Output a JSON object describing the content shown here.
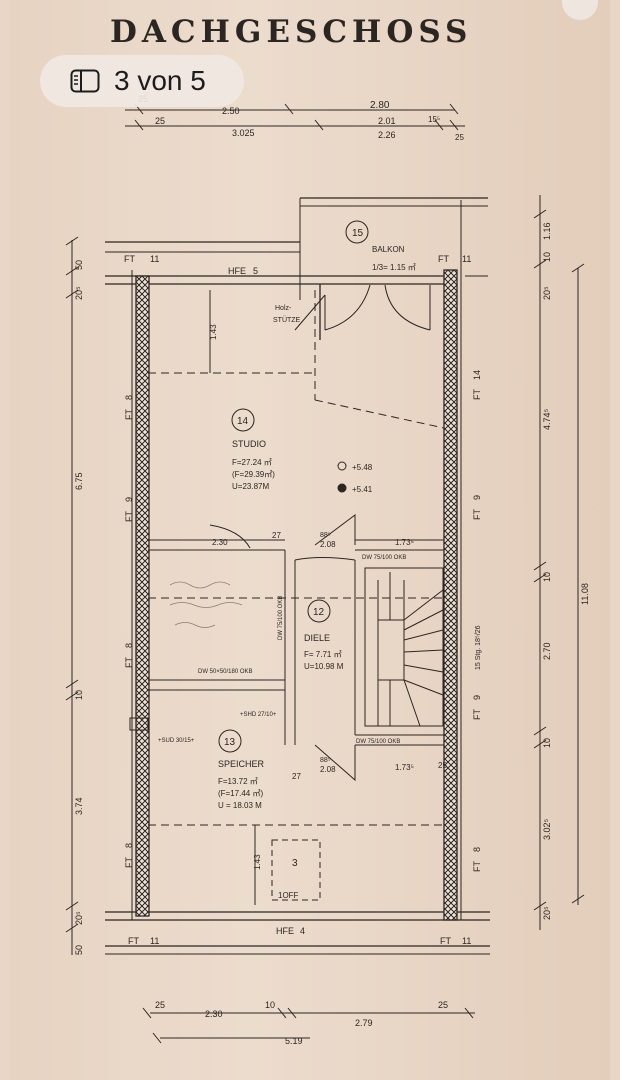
{
  "plan": {
    "title": "DACHGESCHOSS",
    "counter": "3 von 5",
    "dims_top": {
      "a": "25",
      "b": "2.50",
      "c": "2.80",
      "d": "25",
      "e": "3.025",
      "f": "2.01",
      "g": "2.26",
      "h": "15⁵",
      "i": "25"
    },
    "dims_bottom": {
      "a": "25",
      "b": "2.30",
      "c": "10",
      "d": "2.79",
      "e": "25",
      "f": "5.19"
    },
    "dims_left": {
      "a": "50",
      "b": "20⁵",
      "c": "6.75",
      "d": "10",
      "e": "3.74",
      "f": "20⁵",
      "g": "50"
    },
    "dims_right": {
      "a": "1.16",
      "b": "10",
      "c": "20⁵",
      "d": "4.74⁵",
      "e": "10",
      "f": "2.70",
      "g": "10",
      "h": "3.02⁵",
      "i": "20⁵",
      "j": "11.08"
    },
    "wall_labels": {
      "ft_top_left": "FT",
      "ft_top_right": "FT",
      "ft_bottom_left": "FT",
      "ft_bottom_right": "FT",
      "ft_num": "11",
      "ft_side": "FT",
      "ft_side_num_8": "8",
      "ft_side_num_9": "9",
      "ft_side_num_14": "14",
      "hfe_top": "HFE",
      "hfe_top_num": "5",
      "hfe_bottom": "HFE",
      "hfe_bottom_num": "4"
    },
    "rooms": {
      "balkon": {
        "num": "15",
        "name": "BALKON",
        "area": "1/3= 1.15 ㎡"
      },
      "studio": {
        "num": "14",
        "name": "STUDIO",
        "f": "F=27.24 ㎡",
        "f2": "(F=29.39㎡)",
        "u": "U=23.87M"
      },
      "diele": {
        "num": "12",
        "name": "DIELE",
        "f": "F= 7.71 ㎡",
        "u": "U=10.98 M"
      },
      "speicher": {
        "num": "13",
        "name": "SPEICHER",
        "f": "F=13.72 ㎡",
        "f2": "(F=17.44 ㎡)",
        "u": "U = 18.03 M"
      }
    },
    "labels": {
      "holz1": "Holz-",
      "holz2": "STÜTZE",
      "elev1": "+5.48",
      "elev2": "+5.41",
      "d230": "2.30",
      "d27": "27",
      "d885": "88⁵",
      "d208": "2.08",
      "d1735": "1.73⁵",
      "dw_upper": "DW 75/100 OKB",
      "dw_lower": "DW 75/100 OKB",
      "dw_left": "DW 50×50/180 OKB",
      "dw_vert": "DW 75/100 OKB",
      "stair": "15 Stg. 18⁵/26",
      "shd": "+SHD 27/10+",
      "sud": "+SUD 30/15+",
      "d27b": "27",
      "d885b": "88⁵",
      "d208b": "2.08",
      "d1735b": "1.73⁵",
      "d25": "25",
      "d143a": "1.43",
      "d143b": "1.43",
      "loft_num": "3",
      "loft": "1OFF"
    }
  }
}
